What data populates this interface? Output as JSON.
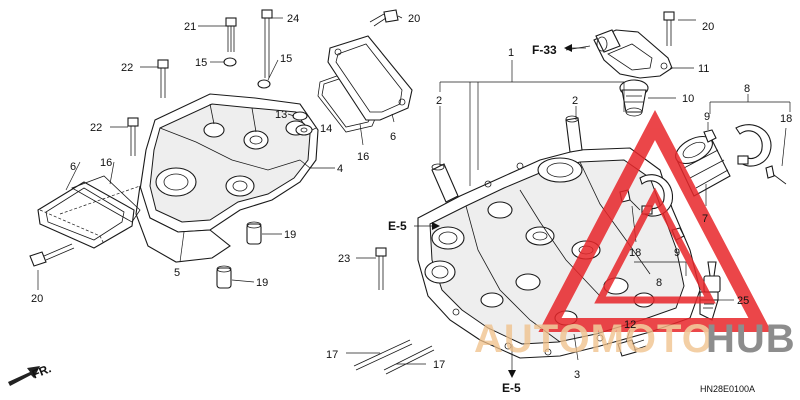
{
  "callouts": {
    "c1": "1",
    "c2a": "2",
    "c2b": "2",
    "c3": "3",
    "c4": "4",
    "c5": "5",
    "c6a": "6",
    "c6b": "6",
    "c7": "7",
    "c8a": "8",
    "c8b": "8",
    "c9a": "9",
    "c9b": "9",
    "c10": "10",
    "c11": "11",
    "c12": "12",
    "c13": "13",
    "c14": "14",
    "c15a": "15",
    "c15b": "15",
    "c16a": "16",
    "c16b": "16",
    "c17a": "17",
    "c17b": "17",
    "c18a": "18",
    "c18b": "18",
    "c19a": "19",
    "c19b": "19",
    "c20a": "20",
    "c20b": "20",
    "c20c": "20",
    "c21": "21",
    "c22a": "22",
    "c22b": "22",
    "c23": "23",
    "c24": "24",
    "c25": "25"
  },
  "references": {
    "f33": "F-33",
    "e5_left": "E-5",
    "e5_bottom": "E-5"
  },
  "direction_label": "FR.",
  "diagram_code": "HN28E0100A",
  "watermark": {
    "left": "AUTOMOTO",
    "right": "HUB",
    "color_primary": "#f0c08a",
    "color_secondary": "#7a7a7a",
    "triangle_color": "#e8262a"
  }
}
